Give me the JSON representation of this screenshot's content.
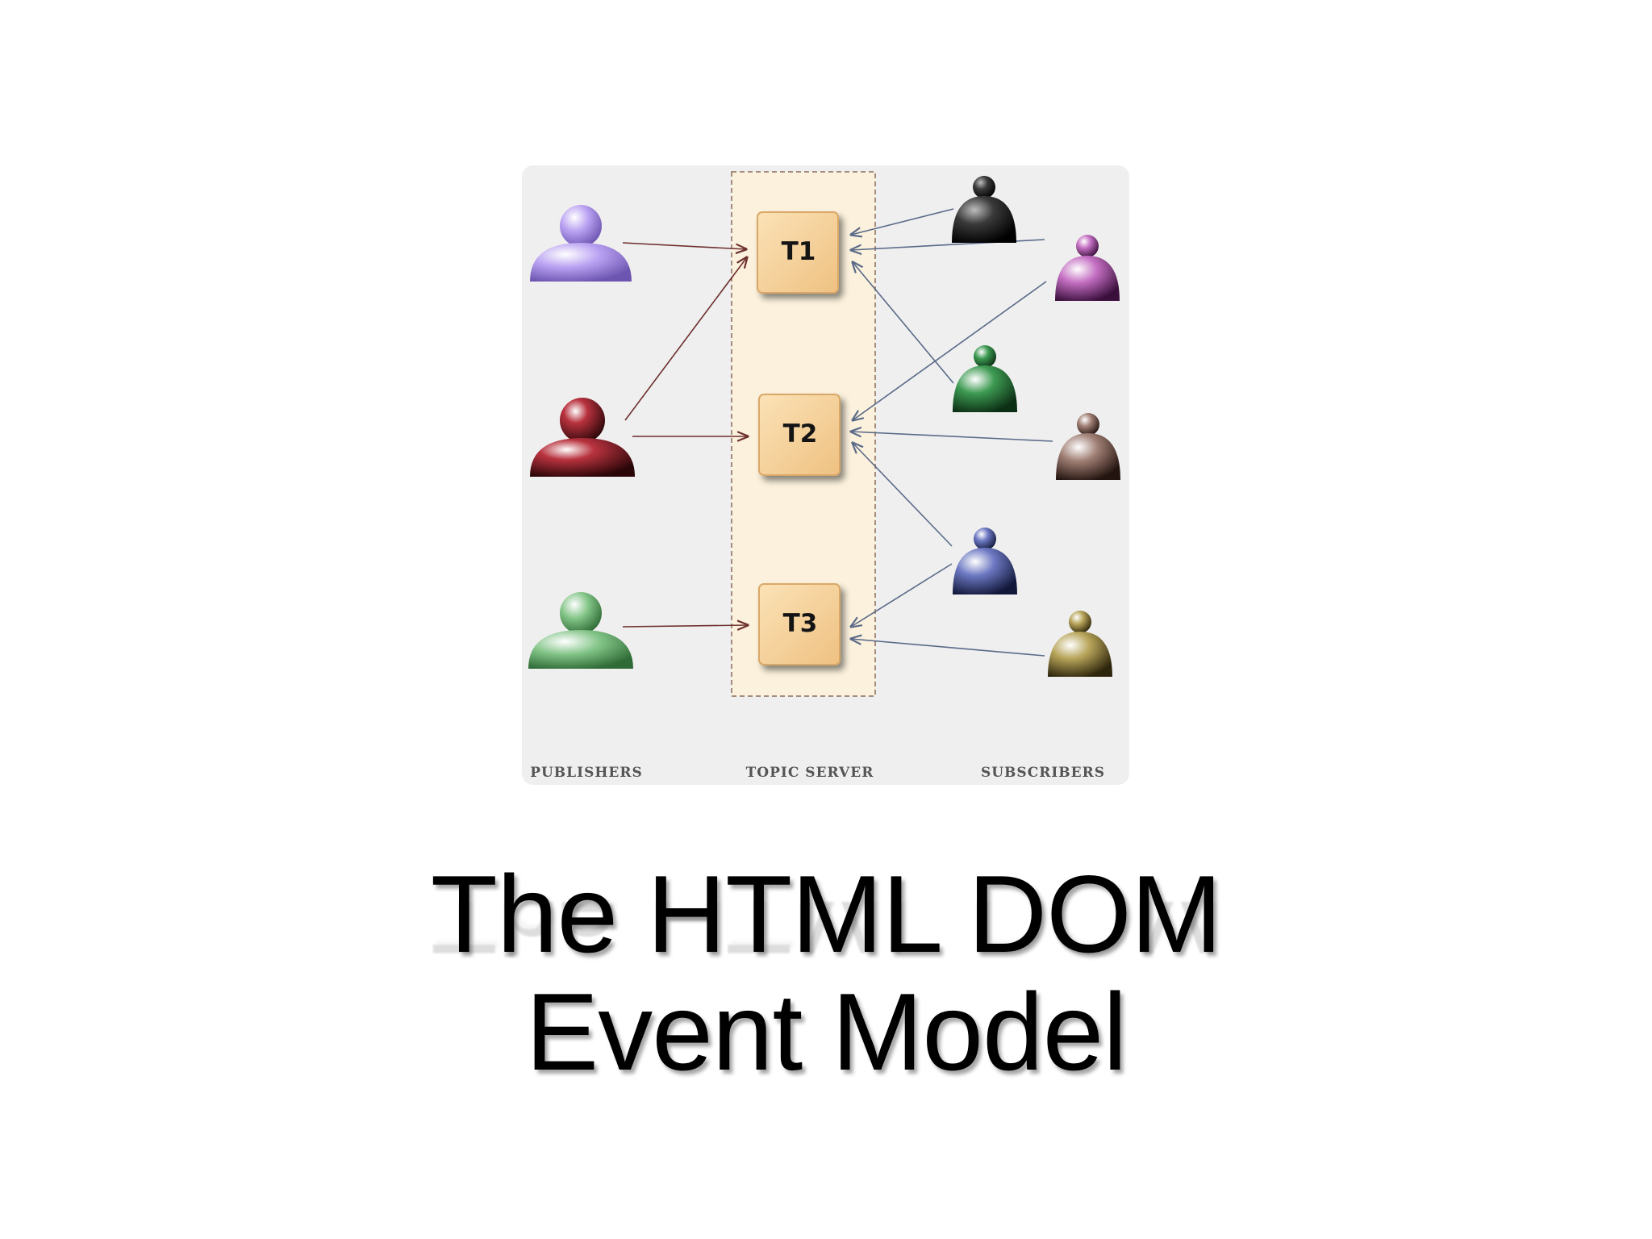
{
  "diagram": {
    "columns": {
      "publishers": "PUBLISHERS",
      "topic_server": "TOPIC SERVER",
      "subscribers": "SUBSCRIBERS"
    },
    "topics": [
      {
        "id": "t1",
        "label": "T1"
      },
      {
        "id": "t2",
        "label": "T2"
      },
      {
        "id": "t3",
        "label": "T3"
      }
    ],
    "publishers": [
      {
        "id": "pub1",
        "color": "#a98bea",
        "publishes_to": [
          "t1"
        ]
      },
      {
        "id": "pub2",
        "color": "#9c2430",
        "publishes_to": [
          "t1",
          "t2"
        ]
      },
      {
        "id": "pub3",
        "color": "#6fb074",
        "publishes_to": [
          "t3"
        ]
      }
    ],
    "subscribers": [
      {
        "id": "sub1",
        "color": "#2a2a2a",
        "subscribes_to": [
          "t1"
        ]
      },
      {
        "id": "sub2",
        "color": "#9b4a9c",
        "subscribes_to": [
          "t1",
          "t2"
        ]
      },
      {
        "id": "sub3",
        "color": "#2f7a3e",
        "subscribes_to": [
          "t1"
        ]
      },
      {
        "id": "sub4",
        "color": "#6a4a44",
        "subscribes_to": [
          "t2"
        ]
      },
      {
        "id": "sub5",
        "color": "#3e4a82",
        "subscribes_to": [
          "t2",
          "t3"
        ]
      },
      {
        "id": "sub6",
        "color": "#7a6a36",
        "subscribes_to": [
          "t3"
        ]
      }
    ],
    "colors": {
      "panel": "#efefef",
      "topic_box": "#f5cf97",
      "server_zone": "#fbf1dc",
      "publisher_arrow": "#6e2f2f",
      "subscriber_arrow": "#5a6a88"
    }
  },
  "title": {
    "line1": "The HTML DOM",
    "line2": "Event Model"
  }
}
